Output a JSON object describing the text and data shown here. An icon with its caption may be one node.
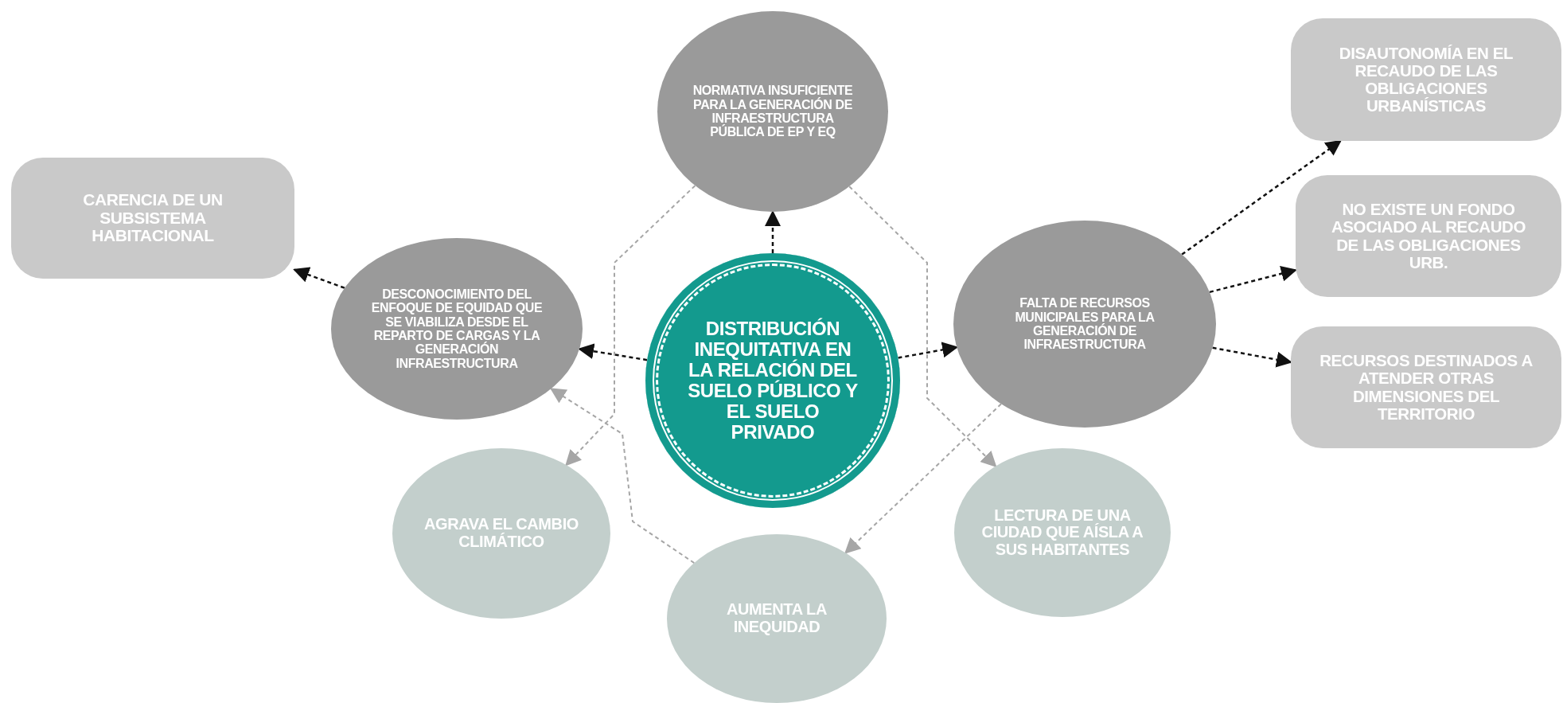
{
  "diagram": {
    "nodes": [
      {
        "text": [
          "NORMATIVA INSUFICIENTE PARA LA GENERACIÓN DE INFRAESTRUCTURA PÚBLICA DE EP Y EQ"
        ]
      },
      {
        "text": [
          "CARENCIA DE UN SUBSISTEMA HABITACIONAL"
        ]
      },
      {
        "text": [
          "DESCONOCIMIENTO DEL ENFOQUE DE EQUIDAD QUE SE VIABILIZA DESDE EL REPARTO DE CARGAS Y LA GENERACIÓN INFRAESTRUCTURA"
        ]
      },
      {
        "text": [
          "DISTRIBUCIÓN INEQUITATIVA EN LA RELACIÓN DEL SUELO PÚBLICO Y EL SUELO PRIVADO"
        ]
      },
      {
        "text": [
          "FALTA DE RECURSOS MUNICIPALES PARA LA GENERACIÓN DE INFRAESTRUCTURA"
        ]
      },
      {
        "text": [
          "DISAUTONOMÍA EN EL RECAUDO DE LAS OBLIGACIONES URBANÍSTICAS"
        ]
      },
      {
        "text": [
          "NO EXISTE UN FONDO ASOCIADO AL RECAUDO DE LAS OBLIGACIONES URB."
        ]
      },
      {
        "text": [
          "RECURSOS DESTINADOS A ATENDER OTRAS DIMENSIONES DEL TERRITORIO"
        ]
      },
      {
        "text": [
          "AGRAVA EL CAMBIO CLIMÁTICO"
        ]
      },
      {
        "text": [
          "LECTURA DE UNA CIUDAD QUE AÍSLA A SUS HABITANTES"
        ]
      },
      {
        "text": [
          "AUMENTA LA INEQUIDAD"
        ]
      }
    ],
    "edges": [
      {
        "from": 3,
        "to": 0,
        "arrow": "to",
        "style": "dashed"
      },
      {
        "from": 3,
        "to": 2,
        "arrow": "to",
        "style": "dashed"
      },
      {
        "from": 3,
        "to": 4,
        "arrow": "to",
        "style": "dashed"
      },
      {
        "from": 2,
        "to": 1,
        "arrow": "to",
        "style": "dashed"
      },
      {
        "from": 4,
        "to": 5,
        "arrow": "to",
        "style": "dashed"
      },
      {
        "from": 4,
        "to": 6,
        "arrow": "to",
        "style": "dashed"
      },
      {
        "from": 4,
        "to": 7,
        "arrow": "to",
        "style": "dashed"
      },
      {
        "from": 0,
        "to": 8,
        "arrow": "to",
        "style": "dashed",
        "color": "#a6a6a6"
      },
      {
        "from": 0,
        "to": 9,
        "arrow": "to",
        "style": "dashed",
        "color": "#a6a6a6"
      },
      {
        "from": 4,
        "to": 10,
        "arrow": "to",
        "style": "dashed",
        "color": "#a6a6a6"
      },
      {
        "from": 10,
        "to": 2,
        "arrow": "to",
        "style": "dashed",
        "color": "#a6a6a6"
      }
    ]
  }
}
